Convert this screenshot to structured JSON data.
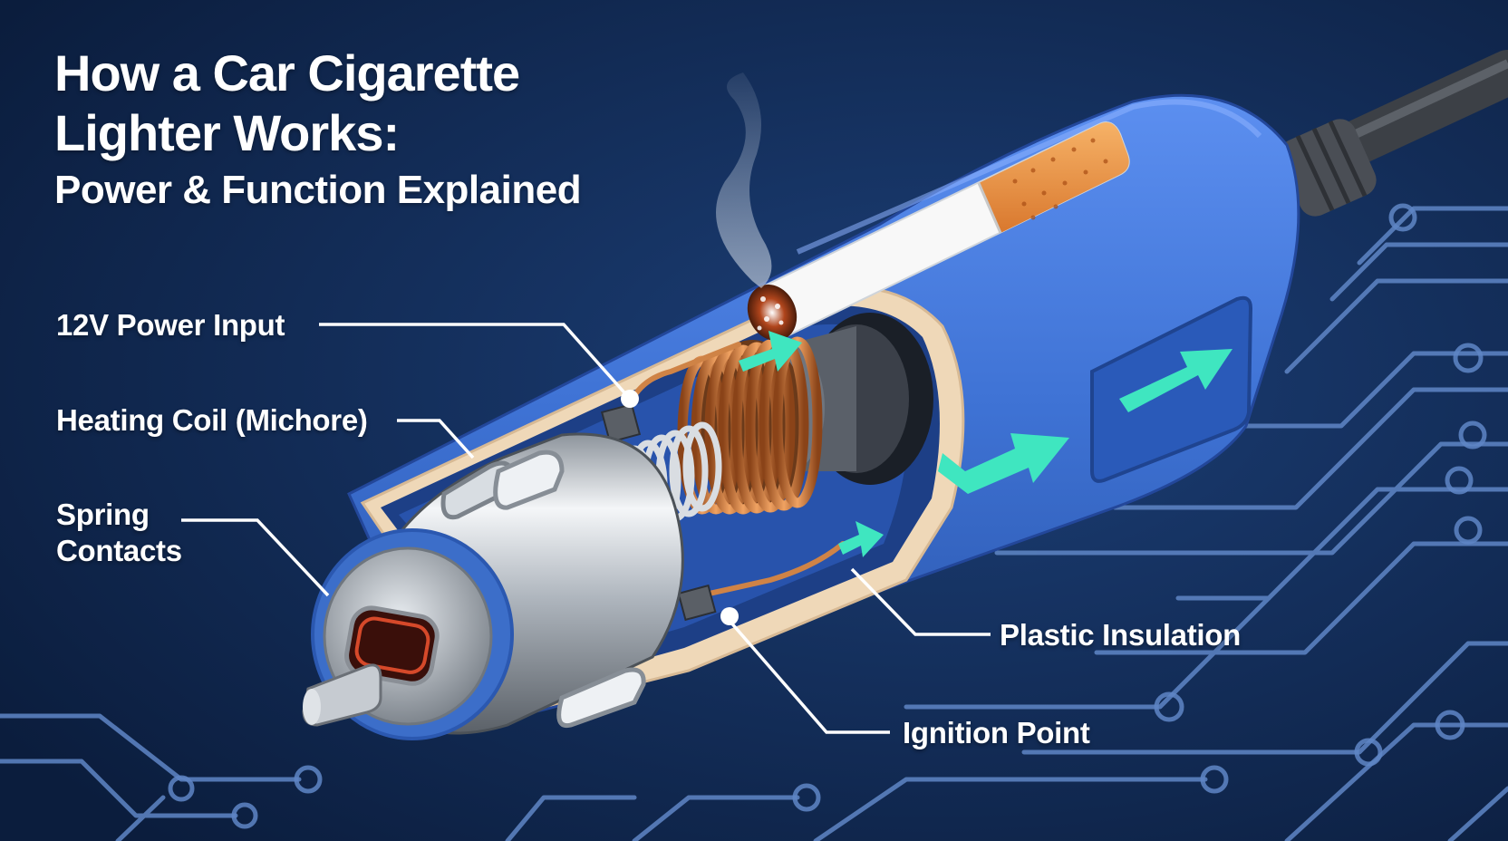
{
  "title": {
    "line1": "How a Car Cigarette",
    "line2": "Lighter Works:",
    "subtitle": "Power & Function Explained"
  },
  "labels": {
    "power_input": "12V Power Input",
    "heating_coil": "Heating Coil (Michore)",
    "spring_contacts_line1": "Spring",
    "spring_contacts_line2": "Contacts",
    "plastic_insulation": "Plastic Insulation",
    "ignition_point": "Ignition Point"
  },
  "colors": {
    "background": "#0f2548",
    "circuit_traces": "#5f86c6",
    "housing_blue": "#3f74d6",
    "copper_coil": "#c8743a",
    "flow_arrows": "#3fe6c0",
    "leader_lines": "#ffffff"
  }
}
